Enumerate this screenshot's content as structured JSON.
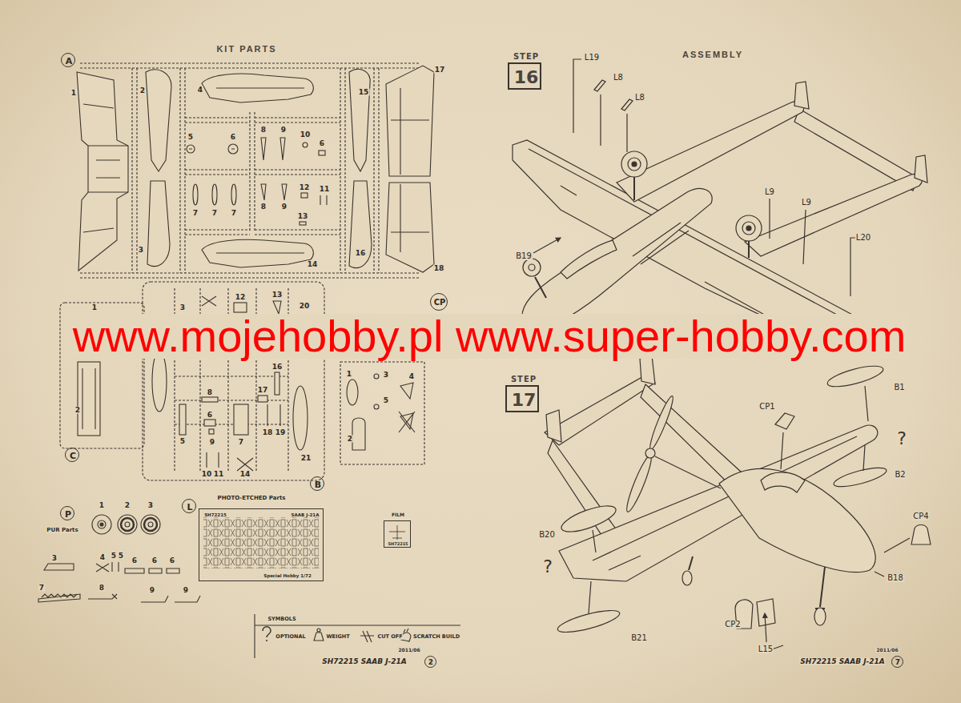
{
  "diagram": {
    "nodes": [
      {
        "text": [
          "A"
        ]
      },
      {
        "text": [
          "C"
        ]
      },
      {
        "text": [
          "B"
        ]
      },
      {
        "text": [
          "CP"
        ]
      },
      {
        "text": [
          "P"
        ]
      },
      {
        "text": [
          "L"
        ]
      },
      {
        "text": [
          "PHOTO-ETCHED Parts",
          "SH72215",
          "SAAB J-21A",
          "Special Hobby 1/72"
        ]
      },
      {
        "text": [
          "FILM",
          "SH72215"
        ]
      },
      {
        "text": [
          "2"
        ]
      },
      {
        "text": [
          "STEP",
          "16"
        ]
      },
      {
        "text": [
          "STEP",
          "17"
        ]
      },
      {
        "text": [
          "7"
        ]
      }
    ],
    "labels": [
      "KIT PARTS",
      "1",
      "2",
      "4",
      "17",
      "15",
      "5",
      "6",
      "8",
      "9",
      "10",
      "6",
      "7",
      "7",
      "7",
      "8",
      "9",
      "12",
      "11",
      "13",
      "3",
      "14",
      "16",
      "18",
      "1",
      "2",
      "3",
      "12",
      "13",
      "20",
      "16",
      "8",
      "17",
      "6",
      "5",
      "9",
      "7",
      "18",
      "19",
      "21",
      "10",
      "11",
      "14",
      "1",
      "3",
      "4",
      "5",
      "2",
      "1",
      "2",
      "3",
      "PUR Parts",
      "3",
      "4",
      "5",
      "5",
      "6",
      "6",
      "6",
      "7",
      "8",
      "9",
      "9",
      "www.mojehobby.pl www.super-hobby.com",
      "SYMBOLS",
      "OPTIONAL",
      "WEIGHT",
      "CUT OFF",
      "SCRATCH BUILD",
      "2011/06",
      "SH72215 SAAB J-21A",
      "ASSEMBLY",
      "L19",
      "L8",
      "L8",
      "L9",
      "L9",
      "L20",
      "B19",
      "B1",
      "?",
      "CP1",
      "B2",
      "CP4",
      "B18",
      "B20",
      "?",
      "B21",
      "CP2",
      "L15",
      "2011/06",
      "SH72215 SAAB J-21A"
    ]
  }
}
